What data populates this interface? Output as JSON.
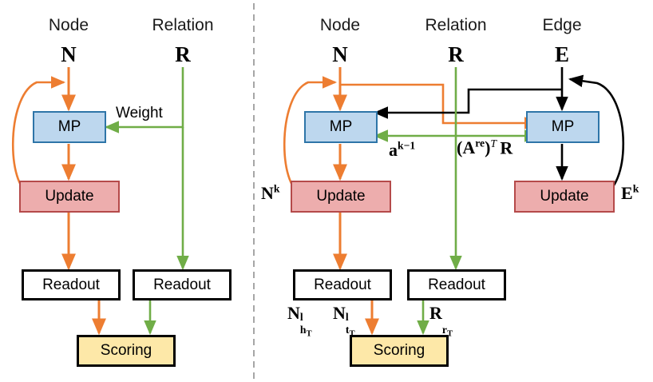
{
  "figure": {
    "title": "GNN message-passing architecture comparison diagram",
    "divider": "vertical-dashed-separator"
  },
  "colors": {
    "node_flow": "#ed7d31",
    "relation_flow": "#70ad47",
    "edge_flow": "#000000",
    "mp_fill": "#bdd7ee",
    "mp_border": "#2e75a8",
    "update_fill": "#edadad",
    "update_border": "#b54a4a",
    "readout_fill": "#ffffff",
    "readout_border": "#000000",
    "scoring_fill": "#fde8a8",
    "scoring_border": "#000000",
    "divider": "#a6a6a6"
  },
  "left_panel": {
    "columns": [
      {
        "name": "Node",
        "symbol": "N"
      },
      {
        "name": "Relation",
        "symbol": "R"
      }
    ],
    "boxes": {
      "mp": "MP",
      "update": "Update",
      "readout_node": "Readout",
      "readout_relation": "Readout",
      "scoring": "Scoring"
    },
    "edge_labels": {
      "weight": "Weight"
    }
  },
  "right_panel": {
    "columns": [
      {
        "name": "Node",
        "symbol": "N"
      },
      {
        "name": "Relation",
        "symbol": "R"
      },
      {
        "name": "Edge",
        "symbol": "E"
      }
    ],
    "boxes": {
      "mp_node": "MP",
      "mp_edge": "MP",
      "update_node": "Update",
      "update_edge": "Update",
      "readout_node": "Readout",
      "readout_relation": "Readout",
      "scoring": "Scoring"
    },
    "edge_labels": {
      "a_prev": {
        "base": "a",
        "sup": "k−1"
      },
      "are_t_r": {
        "text": "(A",
        "sup1": "re",
        "mid": ")",
        "sup2": "T",
        "tail": "R"
      },
      "n_k": {
        "base": "N",
        "sup": "k"
      },
      "e_k": {
        "base": "E",
        "sup": "k"
      },
      "n_head": {
        "base": "N",
        "sup": "l",
        "sub": "h",
        "subsub": "T"
      },
      "n_tail": {
        "base": "N",
        "sup": "l",
        "sub": "t",
        "subsub": "T"
      },
      "r_rel": {
        "base": "R",
        "sub": "r",
        "subsub": "T"
      }
    }
  }
}
